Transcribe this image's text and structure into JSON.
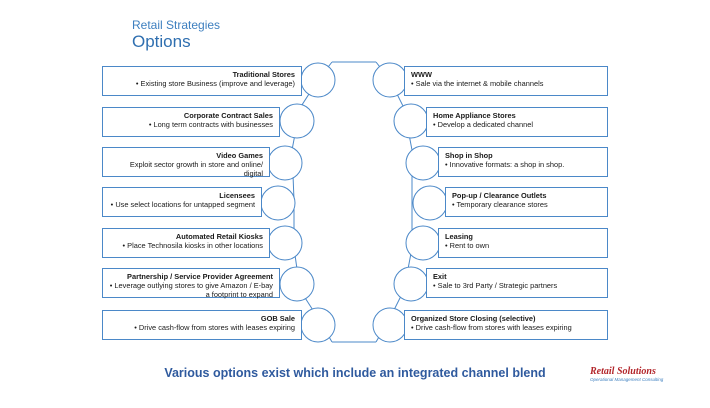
{
  "header": {
    "kicker": "Retail Strategies",
    "title": "Options"
  },
  "left": [
    {
      "title": "Traditional Stores",
      "text": "• Existing store Business (improve and leverage)"
    },
    {
      "title": "Corporate Contract Sales",
      "text": "• Long term contracts with businesses"
    },
    {
      "title": "Video Games",
      "text": "Exploit sector growth in store and online/ digital"
    },
    {
      "title": "Licensees",
      "text": "• Use select locations for untapped segment"
    },
    {
      "title": "Automated Retail Kiosks",
      "text": "• Place Technosila kiosks in other locations"
    },
    {
      "title": "Partnership / Service Provider Agreement",
      "text": "• Leverage outlying stores to give Amazon / E-bay a footprint to expand"
    },
    {
      "title": "GOB Sale",
      "text": "• Drive cash-flow from stores with leases expiring"
    }
  ],
  "right": [
    {
      "title": "WWW",
      "text": "• Sale via the internet & mobile channels"
    },
    {
      "title": "Home Appliance Stores",
      "text": "• Develop a dedicated channel"
    },
    {
      "title": "Shop in Shop",
      "text": "• Innovative formats: a shop in shop."
    },
    {
      "title": "Pop-up / Clearance Outlets",
      "text": "• Temporary clearance stores"
    },
    {
      "title": "Leasing",
      "text": "• Rent to own"
    },
    {
      "title": "Exit",
      "text": "Sale to 3rd Party / Strategic partners"
    },
    {
      "title": "Organized Store Closing (selective)",
      "text": "• Drive cash-flow from stores with leases expiring"
    }
  ],
  "footer": "Various options exist which include an integrated channel blend",
  "logo": {
    "name": "Retail Solutions",
    "tag": "Operational Management Consulting"
  }
}
